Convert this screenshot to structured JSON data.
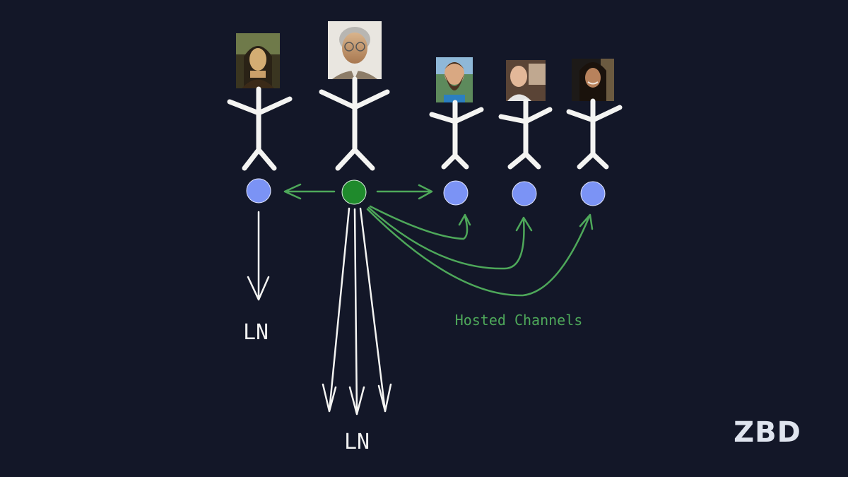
{
  "colors": {
    "background": "#131728",
    "user_node": "#7b93f5",
    "host_node": "#1f8a2c",
    "hosted_arrow": "#4ea85a",
    "stick_figure": "#f4f4f2",
    "logo": "#dfe4ee"
  },
  "figures": [
    {
      "id": "fig-1",
      "portrait": "mona-lisa-portrait",
      "node": "user"
    },
    {
      "id": "fig-2",
      "portrait": "older-man-glasses-portrait",
      "node": "host"
    },
    {
      "id": "fig-3",
      "portrait": "bearded-man-portrait",
      "node": "user"
    },
    {
      "id": "fig-4",
      "portrait": "young-man-portrait",
      "node": "user"
    },
    {
      "id": "fig-5",
      "portrait": "woman-portrait",
      "node": "user"
    }
  ],
  "labels": {
    "ln_left": "LN",
    "ln_center": "LN",
    "hosted_channels": "Hosted Channels"
  },
  "logo": {
    "text": "ZBD"
  }
}
